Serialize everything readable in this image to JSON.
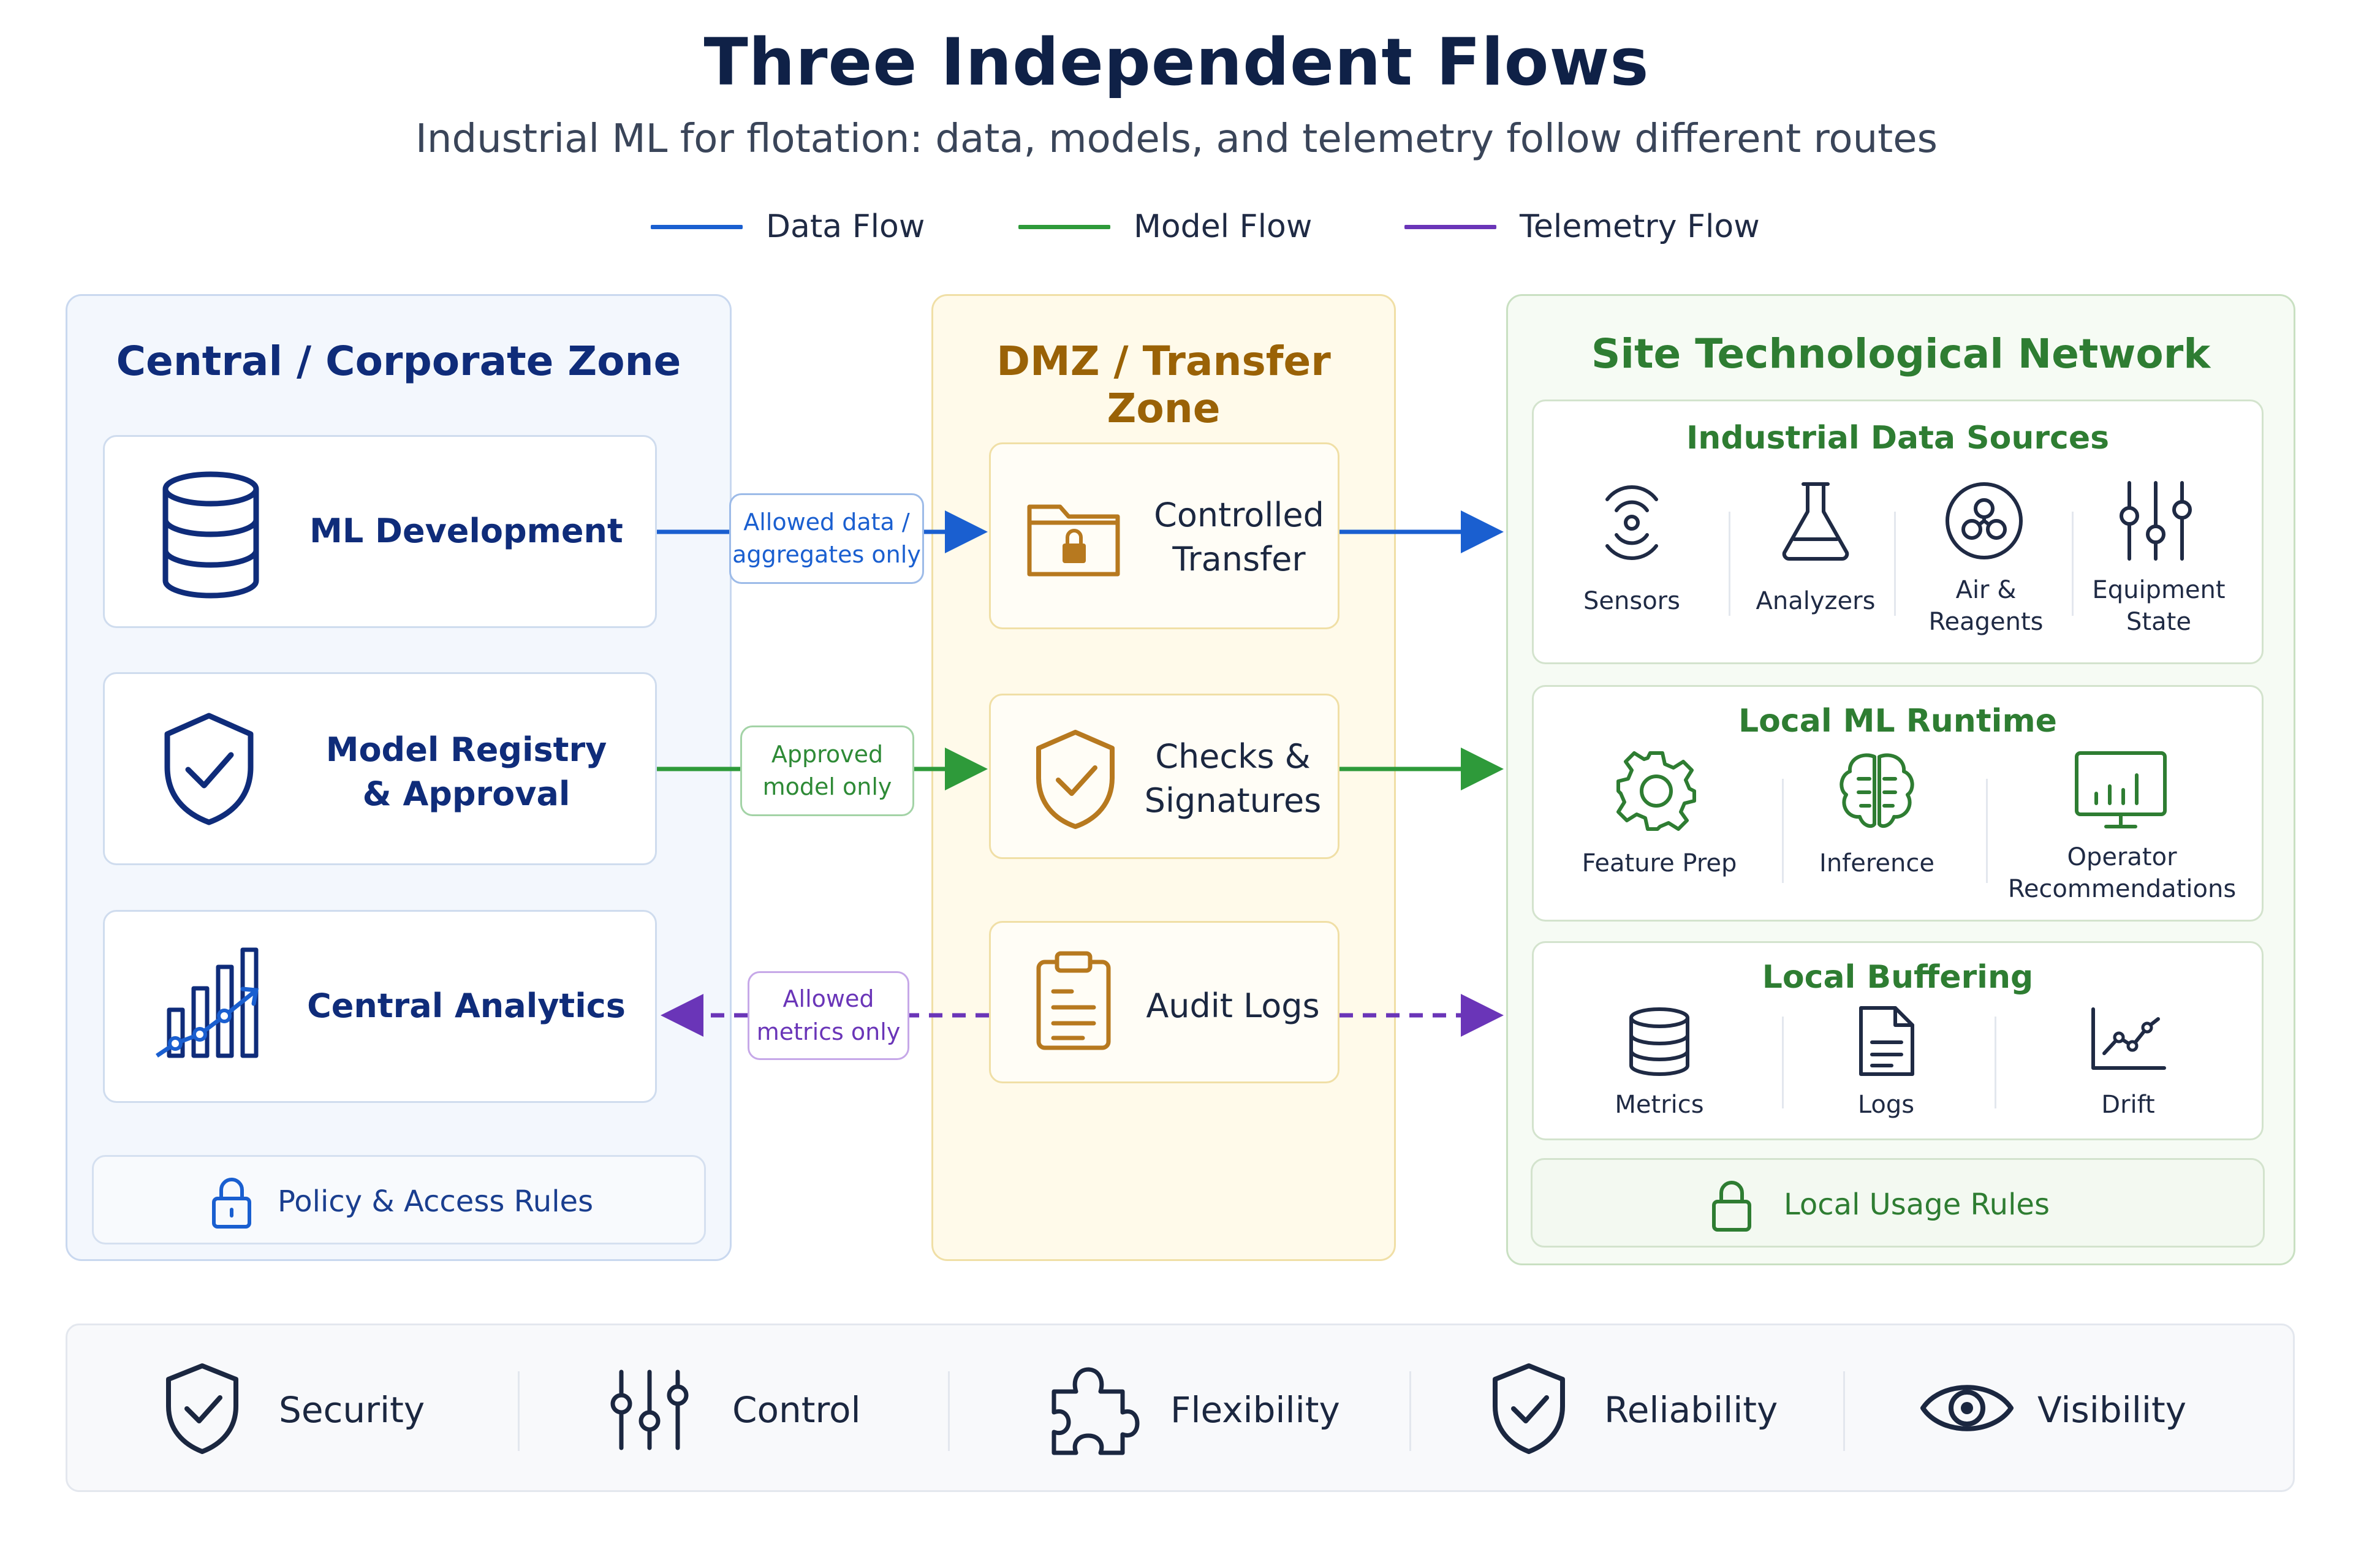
{
  "title": "Three Independent Flows",
  "subtitle": "Industrial ML for flotation: data, models, and telemetry follow different routes",
  "legend": {
    "data_flow": "Data Flow",
    "model_flow": "Model Flow",
    "telemetry_flow": "Telemetry Flow"
  },
  "colors": {
    "data": "#1a5fd0",
    "model": "#2e9a3a",
    "telemetry": "#6a35b8",
    "central_text": "#0f2c7a",
    "dmz_text": "#9a6206",
    "site_text": "#2e7d32"
  },
  "central": {
    "title": "Central / Corporate Zone",
    "ml_development": "ML Development",
    "model_registry_line1": "Model Registry",
    "model_registry_line2": "& Approval",
    "central_analytics": "Central Analytics",
    "policy": "Policy & Access Rules"
  },
  "dmz": {
    "title": "DMZ / Transfer Zone",
    "controlled_line1": "Controlled",
    "controlled_line2": "Transfer",
    "checks_line1": "Checks &",
    "checks_line2": "Signatures",
    "audit": "Audit Logs"
  },
  "pills": {
    "allowed_data_line1": "Allowed data /",
    "allowed_data_line2": "aggregates only",
    "approved_line1": "Approved",
    "approved_line2": "model only",
    "metrics_line1": "Allowed",
    "metrics_line2": "metrics only"
  },
  "site": {
    "title": "Site Technological Network",
    "sources": {
      "title": "Industrial Data Sources",
      "sensors": "Sensors",
      "analyzers": "Analyzers",
      "air_line1": "Air &",
      "air_line2": "Reagents",
      "equipment_line1": "Equipment",
      "equipment_line2": "State"
    },
    "runtime": {
      "title": "Local ML Runtime",
      "feature_prep": "Feature Prep",
      "inference": "Inference",
      "operator_line1": "Operator",
      "operator_line2": "Recommendations"
    },
    "buffering": {
      "title": "Local Buffering",
      "metrics": "Metrics",
      "logs": "Logs",
      "drift": "Drift"
    },
    "usage_rules": "Local Usage Rules"
  },
  "bottom": {
    "security": "Security",
    "control": "Control",
    "flexibility": "Flexibility",
    "reliability": "Reliability",
    "visibility": "Visibility"
  }
}
